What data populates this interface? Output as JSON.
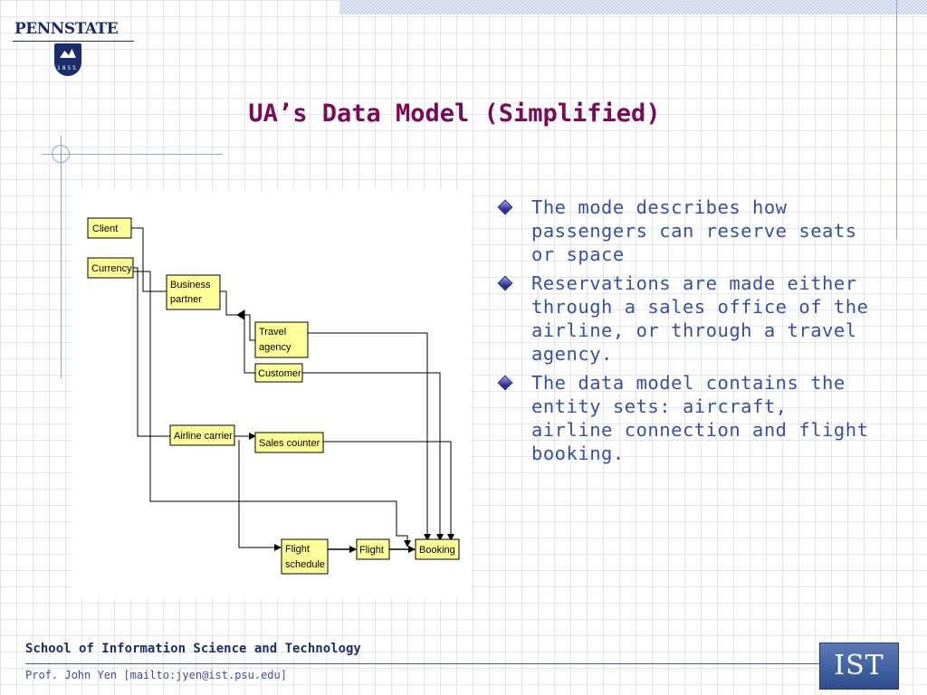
{
  "logo": {
    "text": "PENNSTATE",
    "year": "1 8 5 5"
  },
  "title": "UA’s Data Model (Simplified)",
  "diagram": {
    "entities": {
      "client": "Client",
      "currency": "Currency",
      "business_partner_line1": "Business",
      "business_partner_line2": "partner",
      "travel_agency_line1": "Travel",
      "travel_agency_line2": "agency",
      "customer": "Customer",
      "airline_carrier": "Airline carrier",
      "sales_counter": "Sales counter",
      "flight_schedule_line1": "Flight",
      "flight_schedule_line2": "schedule",
      "flight": "Flight",
      "booking": "Booking"
    }
  },
  "bullets": [
    "The mode describes how passengers can reserve seats or space",
    "Reservations are made either through a sales office of the airline, or through a travel agency.",
    "The data model contains the entity sets: aircraft, airline connection  and flight booking."
  ],
  "footer": {
    "school": "School of Information Science and Technology",
    "professor": "Prof. John Yen [mailto:jyen@ist.psu.edu]",
    "badge": "IST"
  },
  "colors": {
    "title": "#7a0a55",
    "bullet_text": "#3a4fa0",
    "entity_fill": "#ffff99",
    "grid": "#aab9dc"
  }
}
